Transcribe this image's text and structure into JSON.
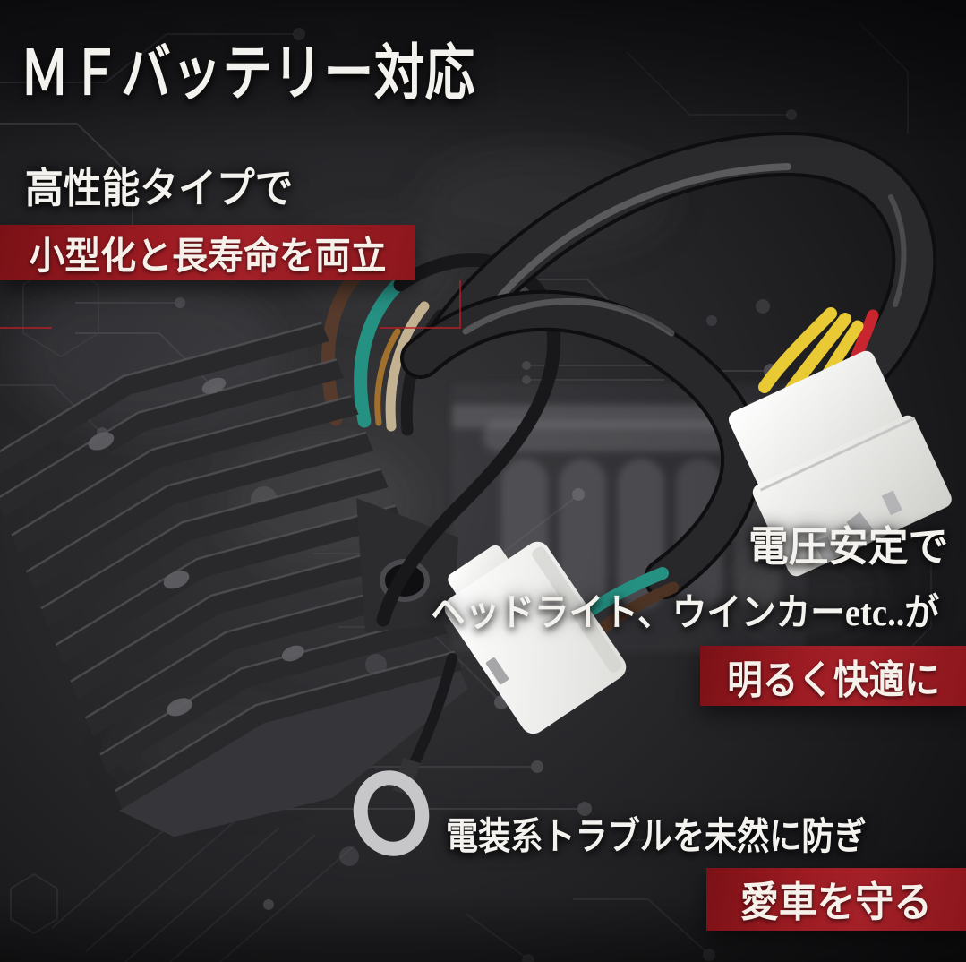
{
  "texts": {
    "title": "ＭＦバッテリー対応",
    "feature1_lead": "高性能タイプで",
    "feature1_banner": "小型化と長寿命を両立",
    "feature2_lead": "電圧安定で",
    "feature2_line": "ヘッドライト、ウインカーetc..が",
    "feature2_banner": "明るく快適に",
    "feature3_line": "電装系トラブルを未然に防ぎ",
    "feature3_banner": "愛車を守る"
  },
  "colors": {
    "background": "#0e0e10",
    "banner_red": "#9e1c23",
    "banner_red_dark": "#7a1116",
    "text_white": "#f4f2ee",
    "wire_yellow": "#e9c934",
    "wire_red": "#c8252f",
    "wire_teal": "#259183",
    "wire_brown": "#563a2b",
    "connector_white": "#f4f4f2",
    "heatsink_gray": "#29292b",
    "circuit_line": "#3f3f43",
    "terminal_silver": "#c7c7c9"
  },
  "photo": {
    "parts": [
      "heatsink-regulator",
      "regulator-wires",
      "sense-wire-loop",
      "ground-ring-terminal",
      "sleeved-cable-upper",
      "sleeved-cable-lower",
      "connector-4pin-white",
      "connector-2pin-white",
      "circuit-trace-background",
      "ghost-grille-emblem"
    ]
  }
}
